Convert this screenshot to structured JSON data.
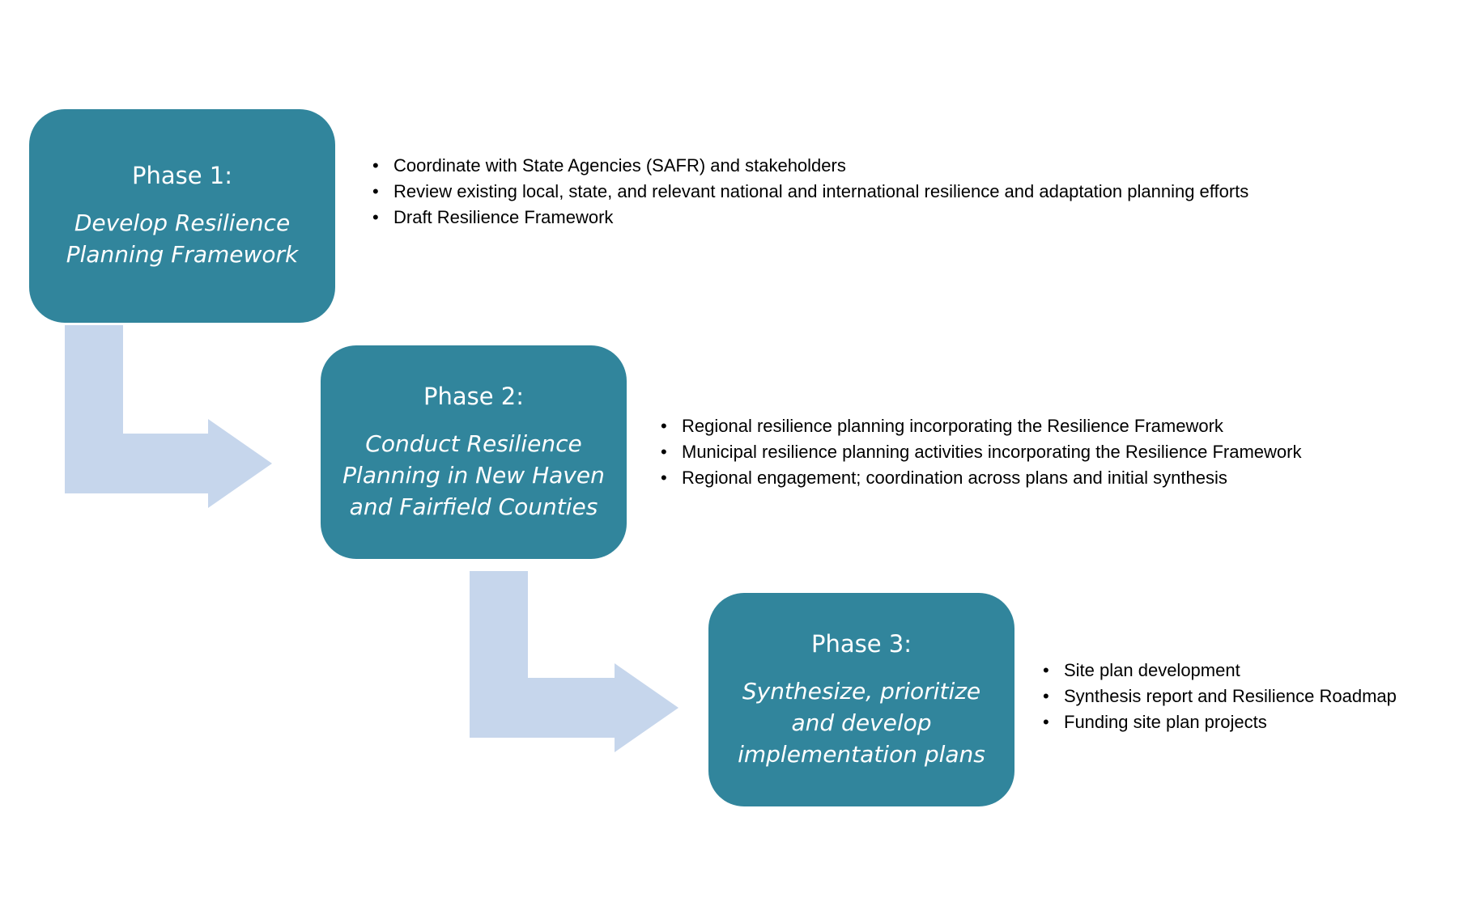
{
  "colors": {
    "box_fill": "#31859c",
    "box_text": "#ffffff",
    "arrow_fill": "#c6d6ec",
    "bullet_text": "#000000"
  },
  "phases": [
    {
      "title": "Phase 1:",
      "subtitle": "Develop Resilience Planning Framework",
      "bullets": [
        "Coordinate with State Agencies (SAFR) and stakeholders",
        "Review existing local, state, and relevant national and international resilience and adaptation planning efforts",
        "Draft Resilience Framework"
      ]
    },
    {
      "title": "Phase 2:",
      "subtitle": "Conduct Resilience Planning in New Haven and Fairfield Counties",
      "bullets": [
        "Regional resilience planning incorporating the Resilience Framework",
        "Municipal resilience planning activities incorporating the Resilience Framework",
        "Regional engagement; coordination across plans and initial synthesis"
      ]
    },
    {
      "title": "Phase 3:",
      "subtitle": "Synthesize, prioritize and develop implementation plans",
      "bullets": [
        "Site plan development",
        "Synthesis report and Resilience Roadmap",
        "Funding site plan projects"
      ]
    }
  ],
  "connectors": [
    {
      "from": "Phase 1:",
      "to": "Phase 2:",
      "icon": "bent-arrow-right"
    },
    {
      "from": "Phase 2:",
      "to": "Phase 3:",
      "icon": "bent-arrow-right"
    }
  ]
}
